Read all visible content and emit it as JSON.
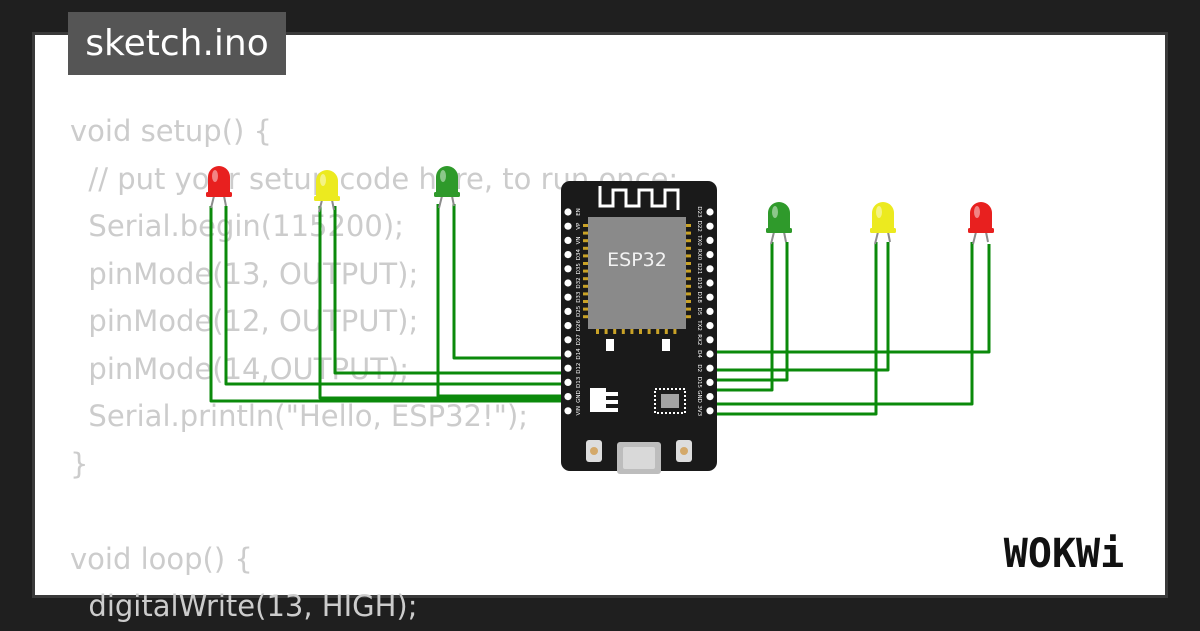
{
  "file_tab": {
    "title": "sketch.ino"
  },
  "code_lines": [
    "void setup() {",
    "  // put your setup code here, to run once:",
    "  Serial.begin(115200);",
    "  pinMode(13, OUTPUT);",
    "  pinMode(12, OUTPUT);",
    "  pinMode(14,OUTPUT);",
    "  Serial.println(\"Hello, ESP32!\");",
    "}",
    "",
    "void loop() {",
    "  digitalWrite(13, HIGH);"
  ],
  "board": {
    "chip_label": "ESP32",
    "left_pins": [
      "EN",
      "VP",
      "VN",
      "D34",
      "D35",
      "D32",
      "D33",
      "D25",
      "D26",
      "D27",
      "D14",
      "D12",
      "D13",
      "GND",
      "VIN"
    ],
    "right_pins": [
      "D23",
      "D22",
      "TX0",
      "RX0",
      "D21",
      "D19",
      "D18",
      "D5",
      "TX2",
      "RX2",
      "D4",
      "D2",
      "D15",
      "GND",
      "3V3"
    ]
  },
  "leds": [
    {
      "color": "red",
      "hex": "#e8201f"
    },
    {
      "color": "yellow",
      "hex": "#ecea1f"
    },
    {
      "color": "green",
      "hex": "#2f9a2b"
    },
    {
      "color": "green",
      "hex": "#2f9a2b"
    },
    {
      "color": "yellow",
      "hex": "#ecea1f"
    },
    {
      "color": "red",
      "hex": "#e8201f"
    }
  ],
  "colors": {
    "wire": "#0b8a0b",
    "board": "#1a1a1a",
    "chip": "#8a8a8a",
    "tab_bg": "#555555",
    "code_text": "#cccccc"
  },
  "logo": {
    "text": "WOKWi"
  }
}
